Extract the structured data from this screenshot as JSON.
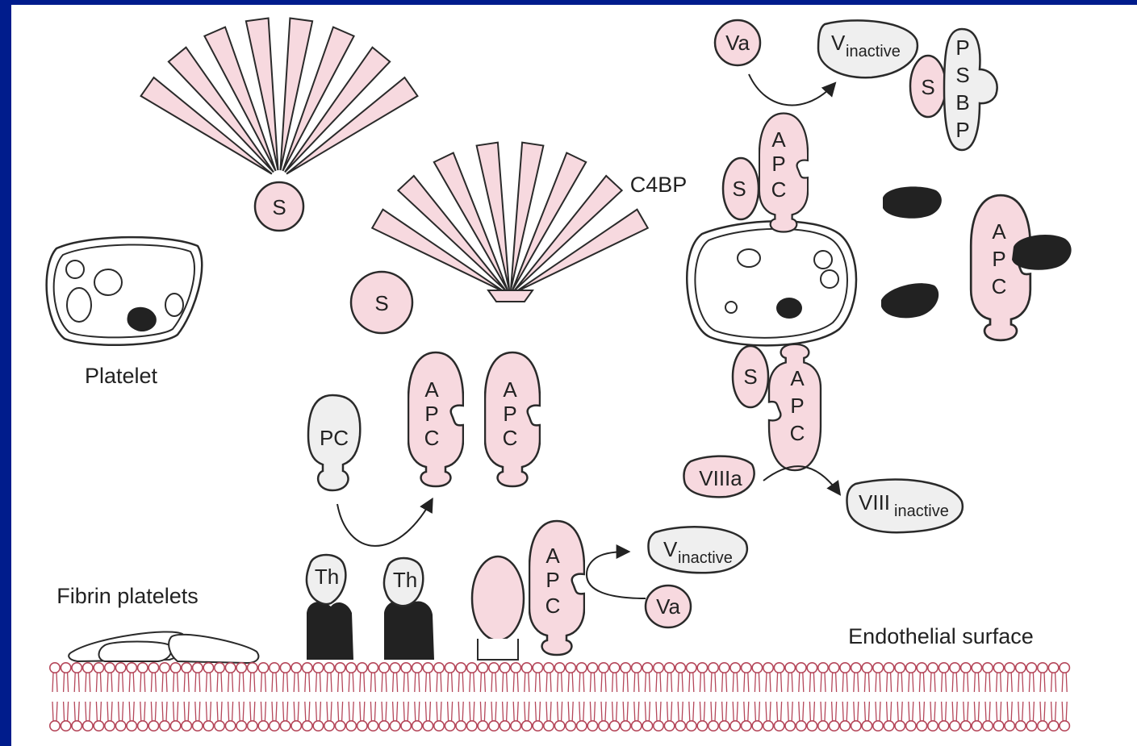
{
  "colors": {
    "background_frame": "#001c8c",
    "panel": "#ffffff",
    "protein_fill": "#f7d9df",
    "inactive_fill": "#efefef",
    "dark_fill": "#222222",
    "membrane_stroke": "#b5475a",
    "outline": "#2a2a2a"
  },
  "labels": {
    "platelet": "Platelet",
    "fibrin": "Fibrin platelets",
    "endothelial": "Endothelial surface",
    "c4bp": "C4BP"
  },
  "molecules": {
    "s": "S",
    "pc": "PC",
    "th": "Th",
    "apc": [
      "A",
      "P",
      "C"
    ],
    "psbp": [
      "P",
      "S",
      "B",
      "P"
    ],
    "va": "Va",
    "viiia": "VIIIa",
    "v_main": "V",
    "viii_main": "VIII",
    "inactive": "inactive"
  },
  "icons": [
    "curved-arrow-icon",
    "lipid-bilayer-icon"
  ]
}
